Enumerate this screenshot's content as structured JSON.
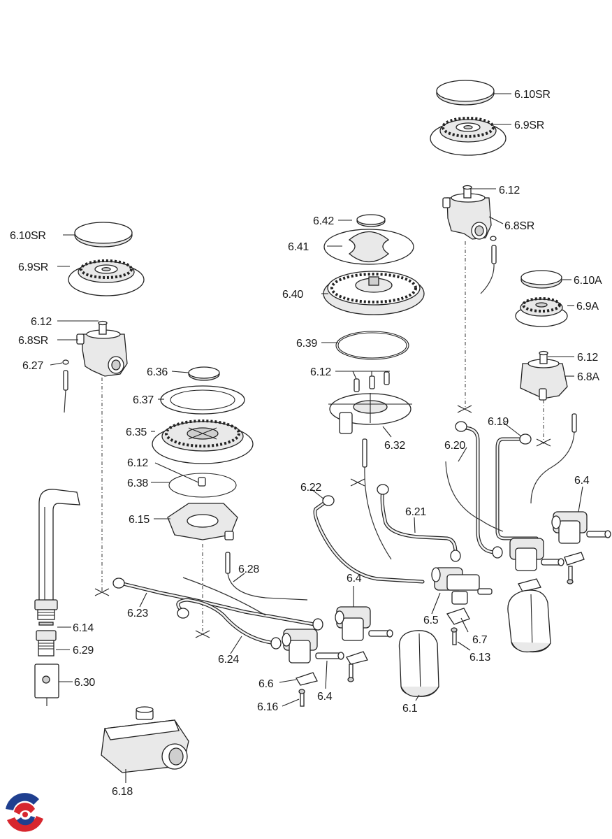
{
  "diagram": {
    "type": "exploded-parts-diagram",
    "labels": {
      "cap_6_10sr_top": "6.10SR",
      "burner_6_9sr_top": "6.9SR",
      "injector_6_12_a": "6.12",
      "body_6_8sr_right": "6.8SR",
      "cap_6_10a": "6.10A",
      "burner_6_9a": "6.9A",
      "injector_6_12_b": "6.12",
      "body_6_8a": "6.8A",
      "cap_6_10sr_left": "6.10SR",
      "burner_6_9sr_left": "6.9SR",
      "injector_6_12_c": "6.12",
      "body_6_8sr_left": "6.8SR",
      "washer_6_27": "6.27",
      "cap_6_42": "6.42",
      "spreader_6_41": "6.41",
      "burner_6_40": "6.40",
      "seal_6_39": "6.39",
      "injector_6_12_d": "6.12",
      "body_6_32": "6.32",
      "cap_6_36": "6.36",
      "ring_6_37": "6.37",
      "burner_6_35": "6.35",
      "injector_6_12_e": "6.12",
      "seal_6_38": "6.38",
      "body_6_15": "6.15",
      "pipe_6_19": "6.19",
      "pipe_6_20": "6.20",
      "pipe_6_22": "6.22",
      "pipe_6_21": "6.21",
      "valve_6_4_right": "6.4",
      "valve_6_4_mid": "6.4",
      "valve_6_4_low": "6.4",
      "thermocouple_6_28": "6.28",
      "pipe_6_23": "6.23",
      "pipe_6_24": "6.24",
      "valve_6_5": "6.5",
      "bracket_6_7": "6.7",
      "screw_6_13": "6.13",
      "bracket_6_6": "6.6",
      "screw_6_16": "6.16",
      "knob_6_1": "6.1",
      "fitting_6_14": "6.14",
      "fitting_6_29": "6.29",
      "fitting_6_30": "6.30",
      "regulator_6_18": "6.18"
    }
  },
  "logo": {
    "name": "brand-roundel-logo",
    "colors": [
      "#d7262e",
      "#1f3f8f"
    ]
  }
}
